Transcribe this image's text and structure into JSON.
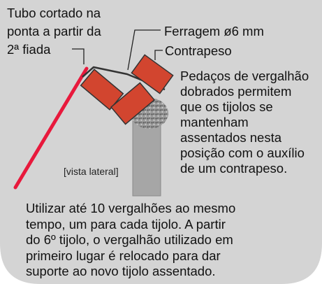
{
  "labels": {
    "tubo_line1": "Tubo cortado na",
    "tubo_line2": "ponta a partir da",
    "tubo_line3": "2ª fiada",
    "ferragem": "Ferragem ø6 mm",
    "contrapeso": "Contrapeso",
    "view_label": "[vista lateral]"
  },
  "description": {
    "lines": [
      "Pedaços de vergalhão",
      "dobrados permitem",
      "que os tijolos se",
      "mantenham",
      "assentados nesta",
      "posição com o auxílio",
      "de um contrapeso."
    ]
  },
  "footer": {
    "lines": [
      "Utilizar até 10 vergalhões ao mesmo",
      "tempo, um para cada tijolo. A partir",
      "do 6º tijolo, o vergalhão utilizado em",
      "primeiro lugar é relocado para dar",
      "suporte ao novo tijolo assentado."
    ]
  },
  "colors": {
    "background": "#d4d4d4",
    "brick": "#d2452f",
    "brick_outline": "#333333",
    "tube": "#e8193c",
    "column": "#a6a6a6",
    "mortar": "#8c8c8c"
  }
}
